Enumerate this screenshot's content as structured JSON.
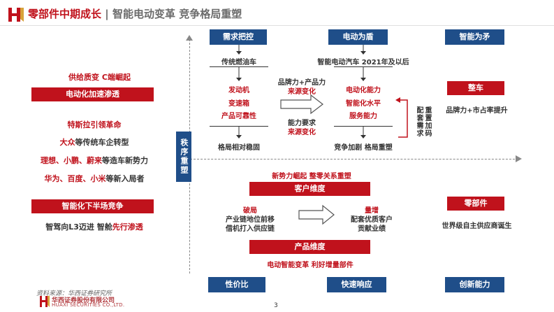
{
  "header": {
    "title_red": "零部件中期成长",
    "separator": "|",
    "title_gray": "智能电动变革 竞争格局重塑"
  },
  "left": {
    "line1": "供给质变 C端崛起",
    "bar1": "电动化加速渗透",
    "line2": "特斯拉引领革命",
    "line3_red": "大众",
    "line3_rest": "等传统车企转型",
    "line4_red": "理想、小鹏、蔚来",
    "line4_rest": "等造车新势力",
    "line5_red": "华为、百度、小米",
    "line5_rest": "等新入局者",
    "bar2": "智能化下半场竞争",
    "line6_a": "智驾向L3迈进",
    "line6_b": " 智舱",
    "line6_c": "先行渗透"
  },
  "center_label": "秩序重塑",
  "top": {
    "col1_head": "需求把控",
    "col1_sub": "传统燃油车",
    "col1_items": [
      "发动机",
      "变速箱",
      "产品可靠性"
    ],
    "col1_foot": "格局相对稳固",
    "mid_top_a": "品牌力+产品力",
    "mid_top_b": "来源变化",
    "mid_bot_a": "能力要求",
    "mid_bot_b": "来源变化",
    "col2_head": "电动为盾",
    "col2_sub": "智能电动汽车 2021年及以后",
    "col2_items": [
      "电动化能力",
      "智能化水平",
      "服务能力"
    ],
    "col2_foot": "竞争加剧 格局重塑",
    "side_vertical": "配套需求",
    "side_vertical2": "重置加码",
    "col3_head": "智能为矛",
    "col3_bar": "整车",
    "col3_text": "品牌力+市占率提升"
  },
  "bottom": {
    "head_red": "新势力崛起 整零关系重塑",
    "bar_customer": "客户维度",
    "left_a": "破局",
    "left_b": "产业链地位前移",
    "left_c": "借机打入供应链",
    "right_a": "量增",
    "right_b": "配套优质客户",
    "right_c": "贡献业绩",
    "bar_product": "产品维度",
    "foot_red": "电动智能变革 利好增量部件",
    "col3_bar": "零部件",
    "col3_text": "世界级自主供应商诞生"
  },
  "bottom_boxes": [
    "性价比",
    "快速响应",
    "创新能力"
  ],
  "footer": {
    "source": "资料来源：华西证券研究所",
    "company_cn": "华西证券股份有限公司",
    "company_en": "HUAXI SECURITIES CO.,LTD.",
    "page": "3"
  },
  "colors": {
    "red": "#c0121c",
    "blue": "#1f4e89"
  }
}
